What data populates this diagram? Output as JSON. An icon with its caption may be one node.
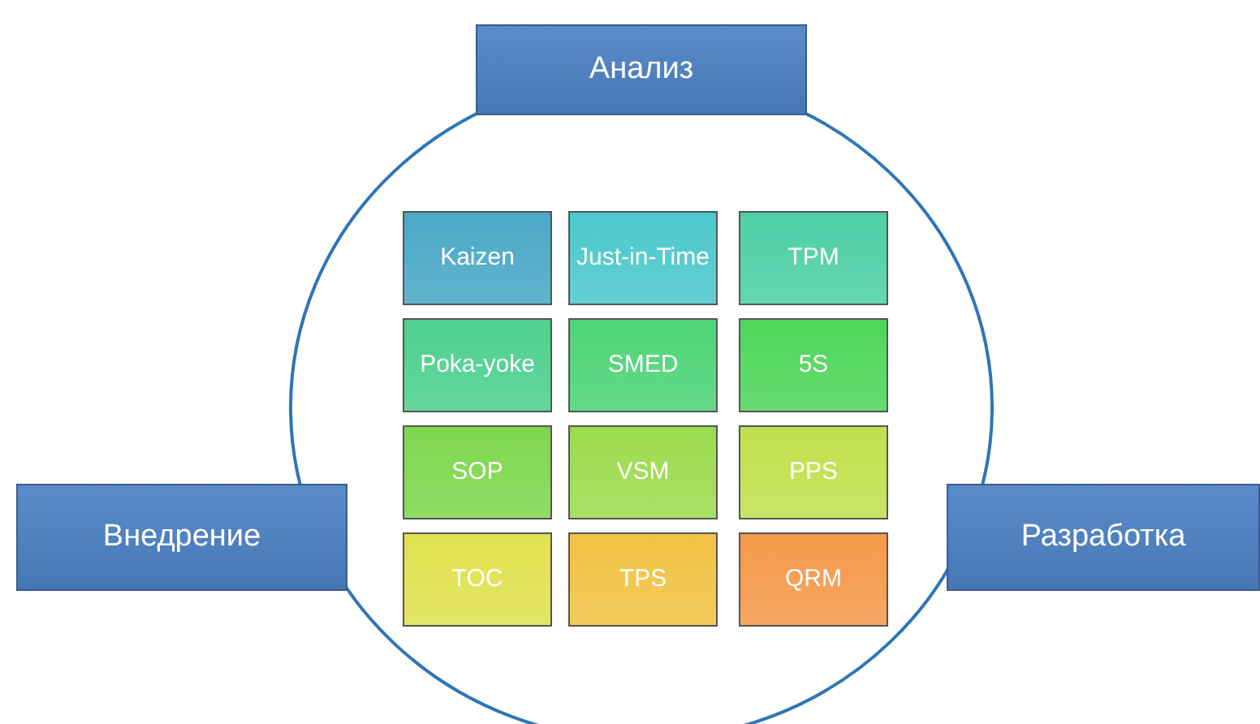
{
  "diagram": {
    "nodes": [
      {
        "text": [],
        "shape": "circle"
      },
      {
        "text": [
          "Анализ"
        ]
      },
      {
        "text": [
          "Kaizen"
        ],
        "in": 0
      },
      {
        "text": [
          "Just-in-Time"
        ],
        "in": 0
      },
      {
        "text": [
          "TPM"
        ],
        "in": 0
      },
      {
        "text": [
          "Poka-yoke"
        ],
        "in": 0
      },
      {
        "text": [
          "SMED"
        ],
        "in": 0
      },
      {
        "text": [
          "5S"
        ],
        "in": 0
      },
      {
        "text": [
          "SOP"
        ],
        "in": 0
      },
      {
        "text": [
          "VSM"
        ],
        "in": 0
      },
      {
        "text": [
          "PPS"
        ],
        "in": 0
      },
      {
        "text": [
          "TOC"
        ],
        "in": 0
      },
      {
        "text": [
          "TPS"
        ],
        "in": 0
      },
      {
        "text": [
          "QRM"
        ],
        "in": 0
      },
      {
        "text": [
          "Внедрение"
        ]
      },
      {
        "text": [
          "Разработка"
        ]
      }
    ]
  }
}
